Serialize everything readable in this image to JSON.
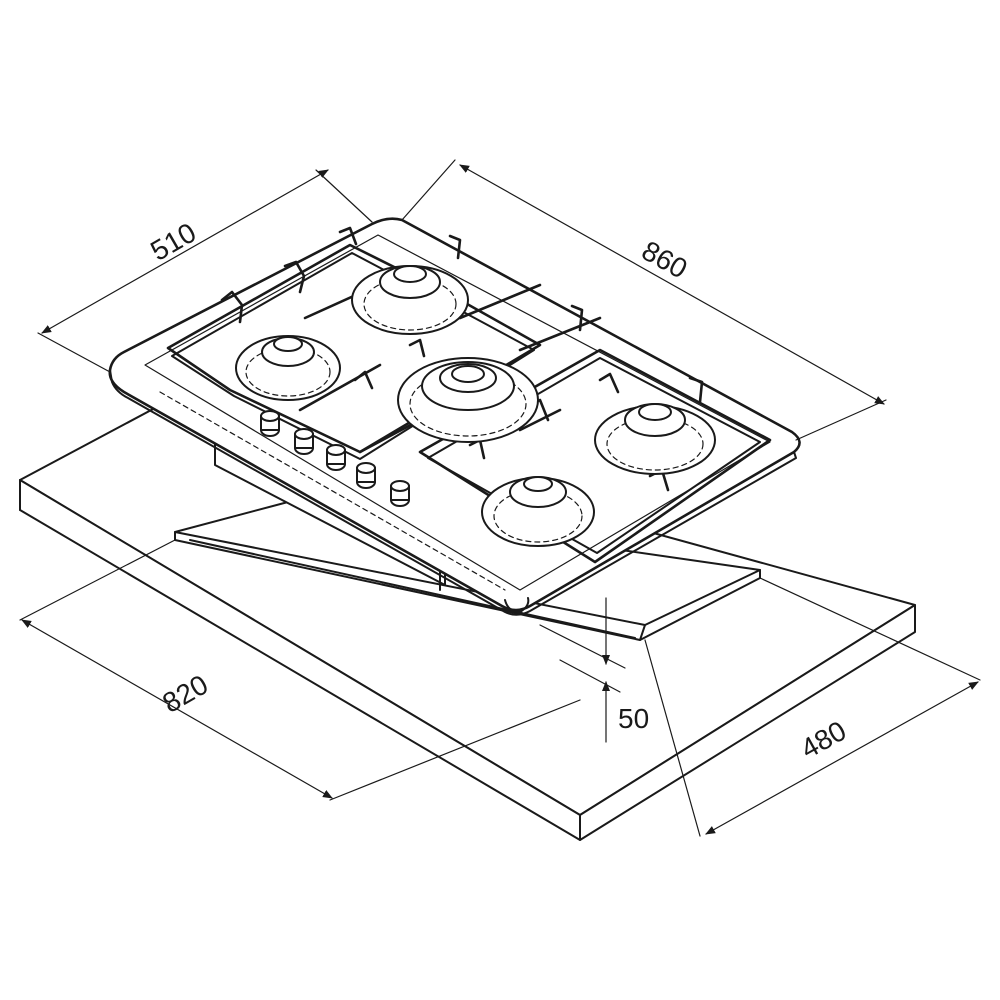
{
  "dimensions": {
    "depth": "510",
    "width": "860",
    "cutout_width": "820",
    "cutout_depth": "480",
    "height": "50"
  },
  "appliance": {
    "burner_count": 5,
    "knob_count": 5
  }
}
